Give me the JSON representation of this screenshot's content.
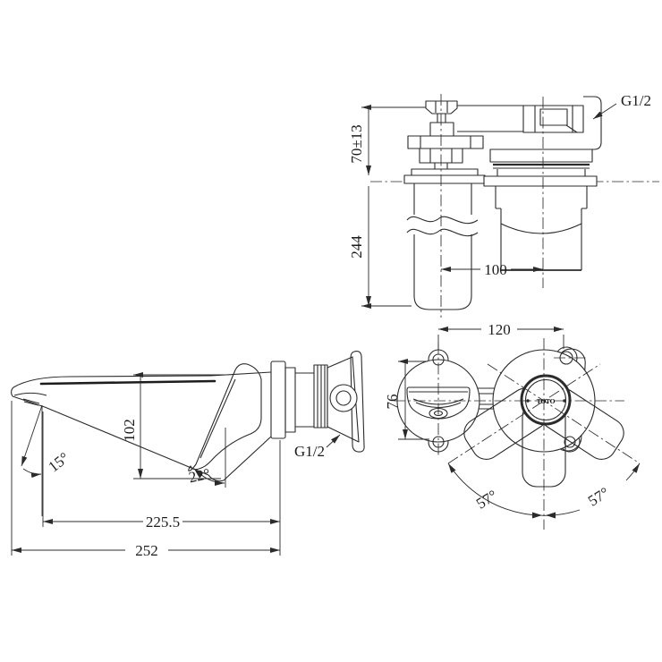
{
  "drawing": {
    "background": "#ffffff",
    "line_color": "#2b2b2b",
    "text_color": "#1c1c1c",
    "brand_logo": "TOTO",
    "top_view": {
      "thread_label": "G1/2",
      "dim_depth_tolerance": "70±13",
      "dim_inlet_pipe_length": "244",
      "dim_center_distance": "100"
    },
    "side_view": {
      "dim_spout_drop": "102",
      "dim_spout_tip_angle": "15°",
      "dim_underside_angle": "22°",
      "dim_spout_reach": "225.5",
      "dim_overall_reach": "252",
      "thread_label": "G1/2"
    },
    "front_view": {
      "dim_hole_pitch": "120",
      "dim_escutcheon_diameter": "76",
      "dim_handle_swing_left": "57°",
      "dim_handle_swing_right": "57°"
    }
  }
}
